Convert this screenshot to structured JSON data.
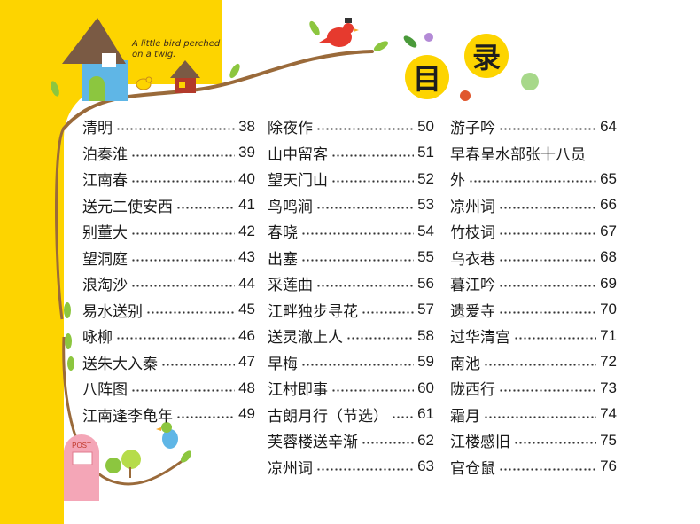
{
  "caption": "A little bird perched on a twig.",
  "title": [
    "目",
    "录"
  ],
  "col1": [
    {
      "t": "清明",
      "p": "38"
    },
    {
      "t": "泊秦淮",
      "p": "39"
    },
    {
      "t": "江南春",
      "p": "40"
    },
    {
      "t": "送元二使安西",
      "p": "41"
    },
    {
      "t": "别董大",
      "p": "42"
    },
    {
      "t": "望洞庭",
      "p": "43"
    },
    {
      "t": "浪淘沙",
      "p": "44"
    },
    {
      "t": "易水送别",
      "p": "45"
    },
    {
      "t": "咏柳",
      "p": "46"
    },
    {
      "t": "送朱大入秦",
      "p": "47"
    },
    {
      "t": "八阵图",
      "p": "48"
    },
    {
      "t": "江南逢李龟年",
      "p": "49"
    }
  ],
  "col2": [
    {
      "t": "除夜作",
      "p": "50"
    },
    {
      "t": "山中留客",
      "p": "51"
    },
    {
      "t": "望天门山",
      "p": "52"
    },
    {
      "t": "鸟鸣涧",
      "p": "53"
    },
    {
      "t": "春晓",
      "p": "54"
    },
    {
      "t": "出塞",
      "p": "55"
    },
    {
      "t": "采莲曲",
      "p": "56"
    },
    {
      "t": "江畔独步寻花",
      "p": "57"
    },
    {
      "t": "送灵澈上人",
      "p": "58"
    },
    {
      "t": "早梅",
      "p": "59"
    },
    {
      "t": "江村即事",
      "p": "60"
    },
    {
      "t": "古朗月行（节选）",
      "p": "61"
    },
    {
      "t": "芙蓉楼送辛渐",
      "p": "62"
    },
    {
      "t": "凉州词",
      "p": "63"
    }
  ],
  "col3": [
    {
      "t": "游子吟",
      "p": "64"
    },
    {
      "t": "早春呈水部张十八员",
      "p": ""
    },
    {
      "t": "外",
      "p": "65"
    },
    {
      "t": "凉州词",
      "p": "66"
    },
    {
      "t": "竹枝词",
      "p": "67"
    },
    {
      "t": "乌衣巷",
      "p": "68"
    },
    {
      "t": "暮江吟",
      "p": "69"
    },
    {
      "t": "遗爱寺",
      "p": "70"
    },
    {
      "t": "过华清宫",
      "p": "71"
    },
    {
      "t": "南池",
      "p": "72"
    },
    {
      "t": "陇西行",
      "p": "73"
    },
    {
      "t": "霜月",
      "p": "74"
    },
    {
      "t": "江楼感旧",
      "p": "75"
    },
    {
      "t": "官仓鼠",
      "p": "76"
    }
  ],
  "post_label": "POST",
  "colors": {
    "yellow": "#fdd400",
    "branch": "#9a6a3a",
    "roof": "#7a5a44",
    "house": "#5fb6e6"
  }
}
